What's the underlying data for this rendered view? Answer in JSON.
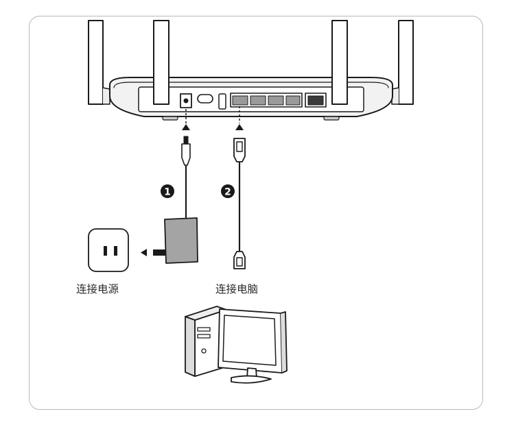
{
  "labels": {
    "power": "连接电源",
    "computer": "连接电脑"
  },
  "steps": {
    "one": "1",
    "two": "2"
  },
  "colors": {
    "line": "#1a1a1a",
    "fill_light": "#ededed",
    "fill_mid": "#9a9a9a",
    "frame": "#b8b8b8"
  }
}
